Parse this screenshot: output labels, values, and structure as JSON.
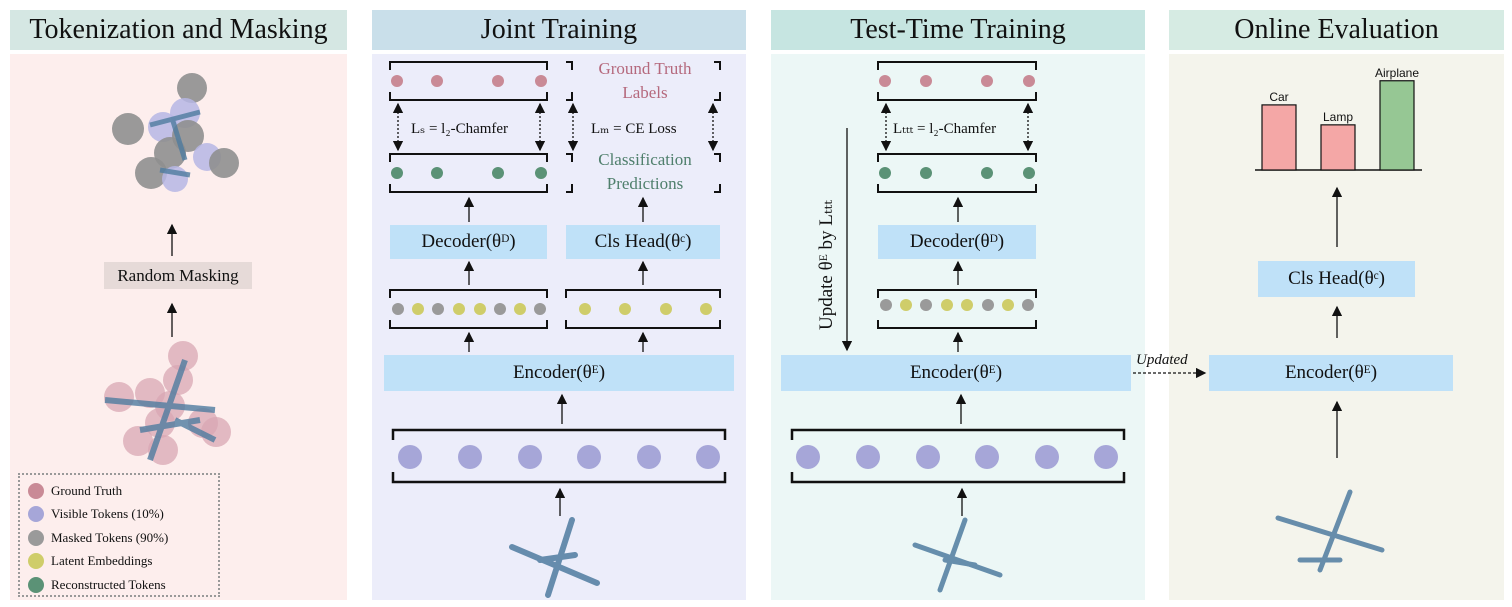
{
  "panels": {
    "tokenization": {
      "title": "Tokenization and Masking",
      "masking_label": "Random Masking"
    },
    "joint": {
      "title": "Joint Training",
      "gt_labels": [
        "Ground Truth",
        "Labels"
      ],
      "cls_predictions": [
        "Classification",
        "Predictions"
      ],
      "loss_s": "Lₛ = l₂-Chamfer",
      "loss_m": "Lₘ = CE Loss",
      "decoder": "Decoder(θᴰ)",
      "cls_head": "Cls Head(θᶜ)",
      "encoder": "Encoder(θᴱ)"
    },
    "ttt": {
      "title": "Test-Time Training",
      "loss_ttt": "Lₜₜₜ = l₂-Chamfer",
      "update_label": "Update θᴱ by Lₜₜₜ",
      "decoder": "Decoder(θᴰ)",
      "encoder": "Encoder(θᴱ)",
      "updated_label": "Updated"
    },
    "online": {
      "title": "Online Evaluation",
      "cls_head": "Cls Head(θᶜ)",
      "encoder": "Encoder(θᴱ)",
      "bars": [
        {
          "label": "Car",
          "value": 0.62,
          "color": "#f4a7a6"
        },
        {
          "label": "Lamp",
          "value": 0.43,
          "color": "#f4a7a6"
        },
        {
          "label": "Airplane",
          "value": 0.85,
          "color": "#96c794"
        }
      ]
    }
  },
  "legend": [
    {
      "label": "Ground Truth",
      "color": "#c98a96"
    },
    {
      "label": "Visible Tokens (10%)",
      "color": "#a6a6d8"
    },
    {
      "label": "Masked Tokens (90%)",
      "color": "#9a9a9a"
    },
    {
      "label": "Latent Embeddings",
      "color": "#cfcd6a"
    },
    {
      "label": "Reconstructed Tokens",
      "color": "#5b9276"
    }
  ],
  "colors": {
    "ground_truth": "#c98a96",
    "visible": "#a6a6d8",
    "masked": "#9a9a9a",
    "latent": "#cfcd6a",
    "reconstructed": "#5b9276",
    "point_cloud": "#4f7ca0",
    "ttt_loss_blue": "#2f3cb0"
  }
}
